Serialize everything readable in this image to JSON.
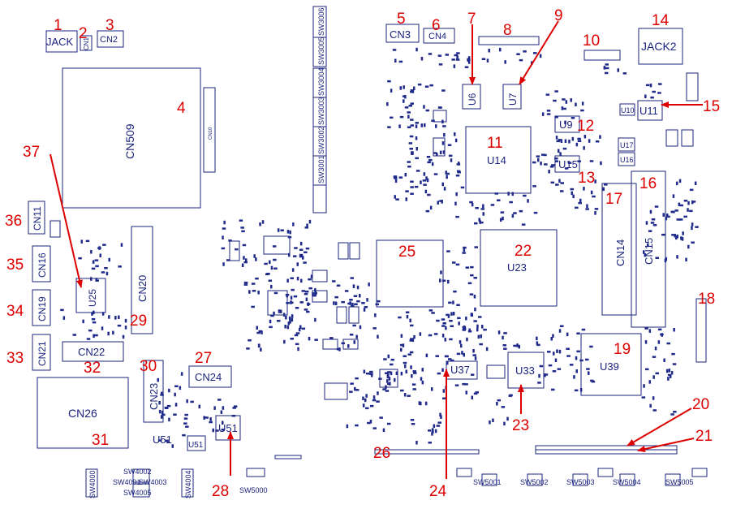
{
  "colors": {
    "outline": "#1a237e",
    "callout": "#dd0000",
    "component": "#1f2a8a",
    "background": "#ffffff"
  },
  "components": {
    "jack": "JACK",
    "jack2": "JACK2",
    "cn1": "CN1",
    "cn2": "CN2",
    "cn3": "CN3",
    "cn4": "CN4",
    "cn509": "CN509",
    "cn10": "CN10",
    "cn11": "CN11",
    "cn14": "CN14",
    "cn15": "CN15",
    "cn16": "CN16",
    "cn19": "CN19",
    "cn20": "CN20",
    "cn21": "CN21",
    "cn22": "CN22",
    "cn23": "CN23",
    "cn24": "CN24",
    "cn26": "CN26",
    "u6": "U6",
    "u7": "U7",
    "u9": "U9",
    "u10": "U10",
    "u11": "U11",
    "u14": "U14",
    "u15": "U15",
    "u16": "U16",
    "u17": "U17",
    "u23": "U23",
    "u25": "U25",
    "u33": "U33",
    "u37": "U37",
    "u39": "U39",
    "u51a": "U51",
    "u51b": "U51",
    "u51c": "U51",
    "sw4000": "SW4000",
    "sw4001": "SW4001",
    "sw4002": "SW4002",
    "sw4003": "SW4003",
    "sw4004": "SW4004",
    "sw4005": "SW4005",
    "sw5000": "SW5000",
    "sw5001": "SW5001",
    "sw5002": "SW5002",
    "sw5003": "SW5003",
    "sw5004": "SW5004",
    "sw5005": "SW5005",
    "sw3001": "SW3001",
    "sw3002": "SW3002",
    "sw3003": "SW3003",
    "sw3004": "SW3004",
    "sw3005": "SW3005",
    "sw3006": "SW3006"
  },
  "callouts": [
    "1",
    "2",
    "3",
    "4",
    "5",
    "6",
    "7",
    "8",
    "9",
    "10",
    "11",
    "12",
    "13",
    "14",
    "15",
    "16",
    "17",
    "18",
    "19",
    "20",
    "21",
    "22",
    "23",
    "24",
    "25",
    "26",
    "27",
    "28",
    "29",
    "30",
    "31",
    "32",
    "33",
    "34",
    "35",
    "36",
    "37"
  ]
}
